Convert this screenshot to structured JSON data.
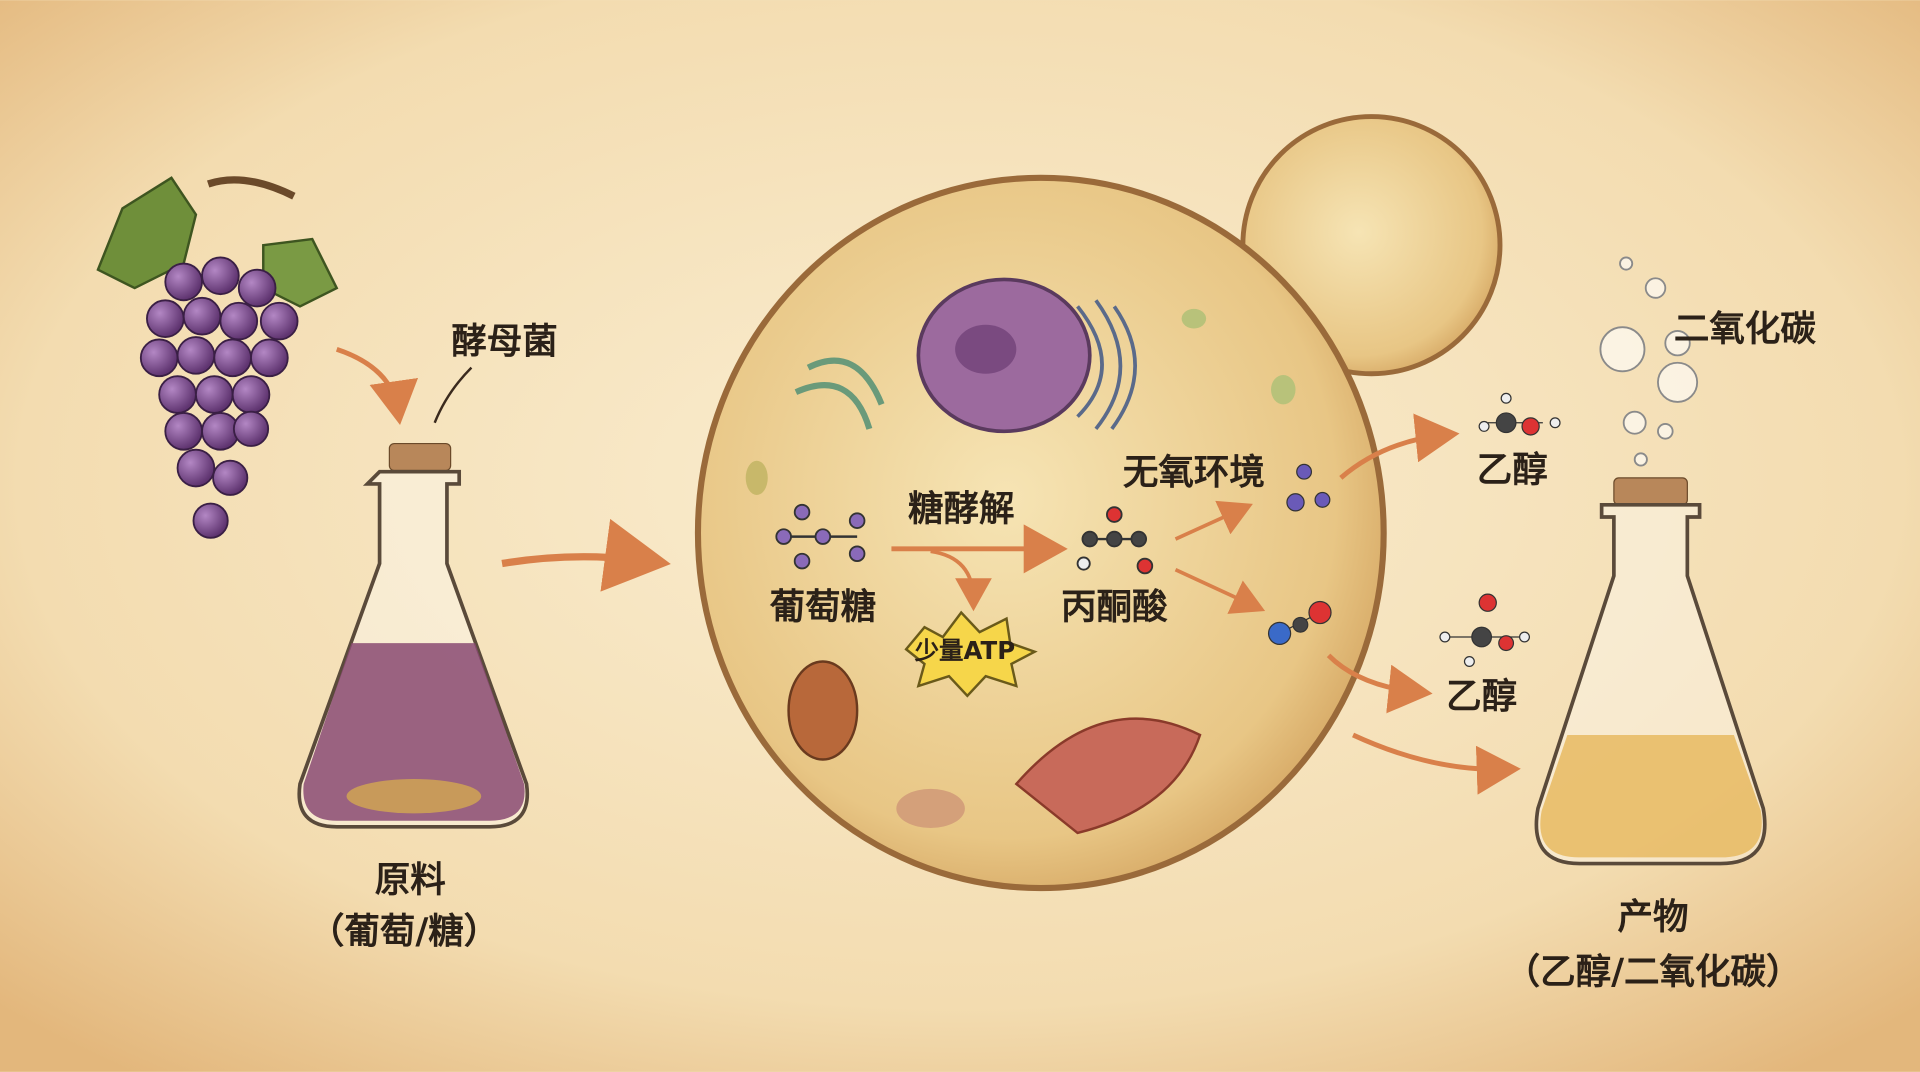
{
  "labels": {
    "yeast": "酵母菌",
    "raw_title": "原料",
    "raw_detail": "（葡萄/糖）",
    "glycolysis": "糖酵解",
    "glucose": "葡萄糖",
    "pyruvate": "丙酮酸",
    "atp": "少量ATP",
    "anaerobic": "无氧环境",
    "ethanol_1": "乙醇",
    "ethanol_2": "乙醇",
    "co2": "二氧化碳",
    "product_title": "产物",
    "product_detail": "（乙醇/二氧化碳）"
  },
  "colors": {
    "parchment": "#f6e6c4",
    "arrow": "#d9804a",
    "grape": "#7a4a8c",
    "cell": "#e9c98a",
    "wine": "#8a4a72",
    "ethanol_liquid": "#e6b65a"
  }
}
